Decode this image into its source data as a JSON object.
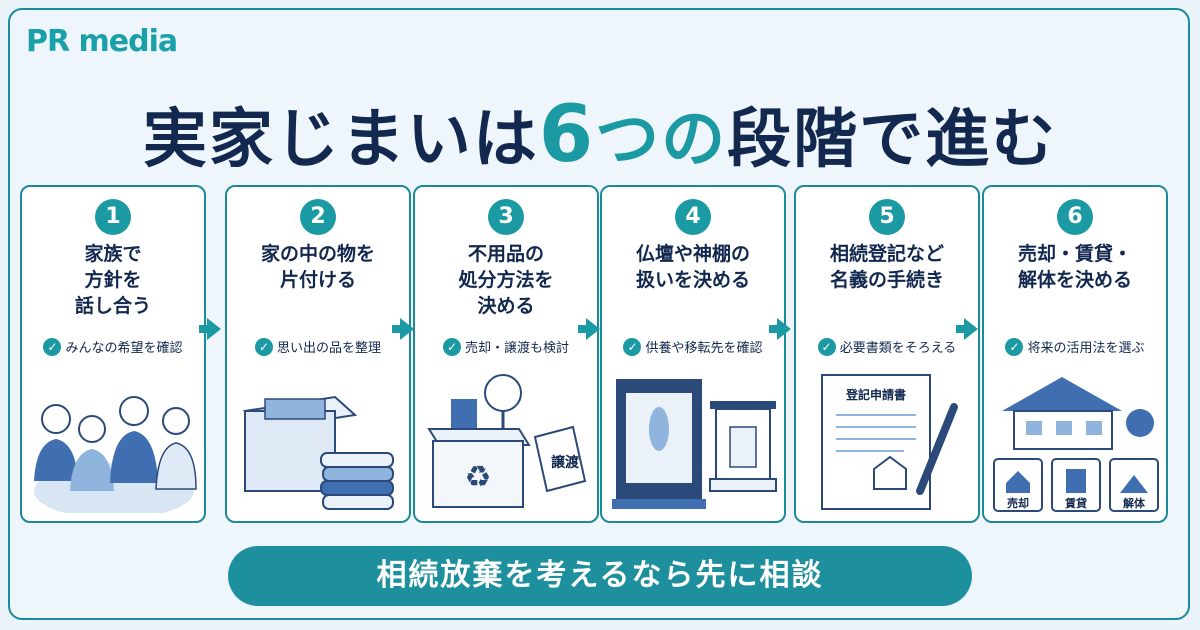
{
  "logo": "PR media",
  "title": {
    "part1": "実家じまいは",
    "num": "6",
    "part2": "つの",
    "part3": "段階",
    "part4": "で進む"
  },
  "steps": [
    {
      "num": "1",
      "title": "家族で\n方針を\n話し合う",
      "check": "みんなの希望を確認"
    },
    {
      "num": "2",
      "title": "家の中の物を\n片付ける",
      "check": "思い出の品を整理"
    },
    {
      "num": "3",
      "title": "不用品の\n処分方法を\n決める",
      "check": "売却・譲渡も検討"
    },
    {
      "num": "4",
      "title": "仏壇や神棚の\n扱いを決める",
      "check": "供養や移転先を確認"
    },
    {
      "num": "5",
      "title": "相続登記など\n名義の手続き",
      "check": "必要書類をそろえる"
    },
    {
      "num": "6",
      "title": "売却・賃貸・\n解体を決める",
      "check": "将来の活用法を選ぶ"
    }
  ],
  "illustrations": {
    "step3_tag": "譲渡",
    "step5_doc": "登記申請書",
    "step6_options": [
      "売却",
      "賃貸",
      "解体"
    ]
  },
  "icons": [
    "check-icon",
    "arrow-right-icon",
    "family-icon",
    "boxes-icon",
    "recycle-icon",
    "butsudan-icon",
    "document-icon",
    "house-icon"
  ],
  "colors": {
    "accent": "#1c9aa4",
    "navy": "#13284f",
    "light": "#eef5fb"
  },
  "footer": "相続放棄を考えるなら先に相談"
}
